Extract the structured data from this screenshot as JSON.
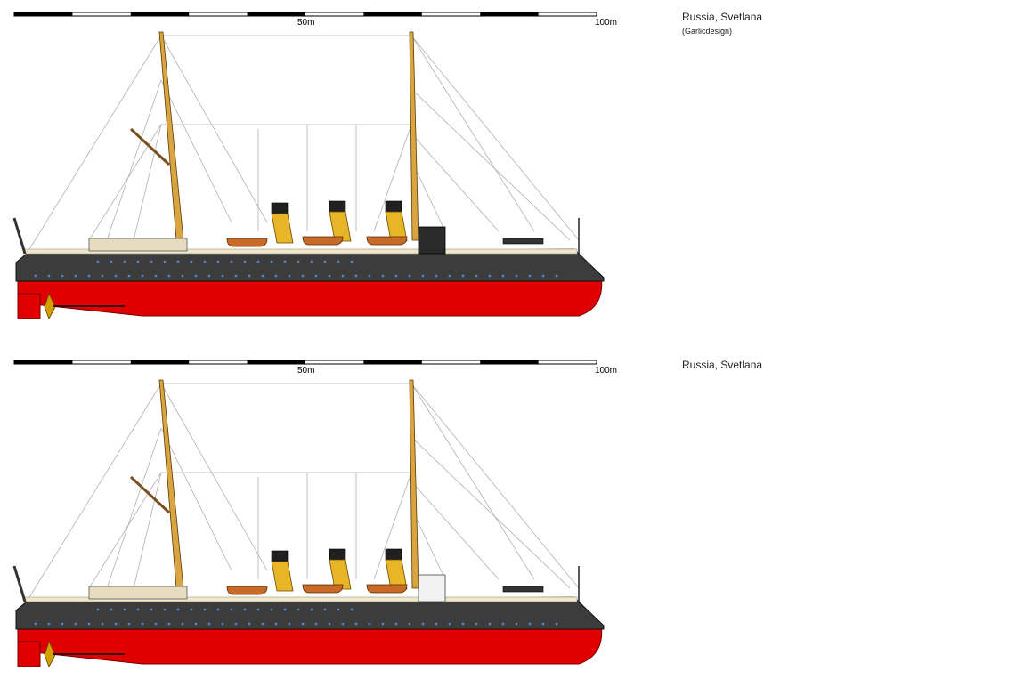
{
  "drawings": [
    {
      "scale": {
        "mid_label": "50m",
        "end_label": "100m"
      },
      "title": "Russia, Svetlana",
      "credit": "(Garlicdesign)",
      "variant": "A"
    },
    {
      "scale": {
        "mid_label": "50m",
        "end_label": "100m"
      },
      "title": "Russia, Svetlana",
      "credit": "",
      "variant": "B"
    }
  ],
  "colors": {
    "hull_dark": "#3c3c3c",
    "hull_red": "#e00000",
    "mast": "#d9a441",
    "funnel": "#e8b428",
    "funnel_cap": "#202020",
    "deck": "#f0e6c8",
    "boat": "#c86a28",
    "rigging": "#b0b0b0",
    "scale_dark": "#000000",
    "scale_light": "#ffffff"
  }
}
